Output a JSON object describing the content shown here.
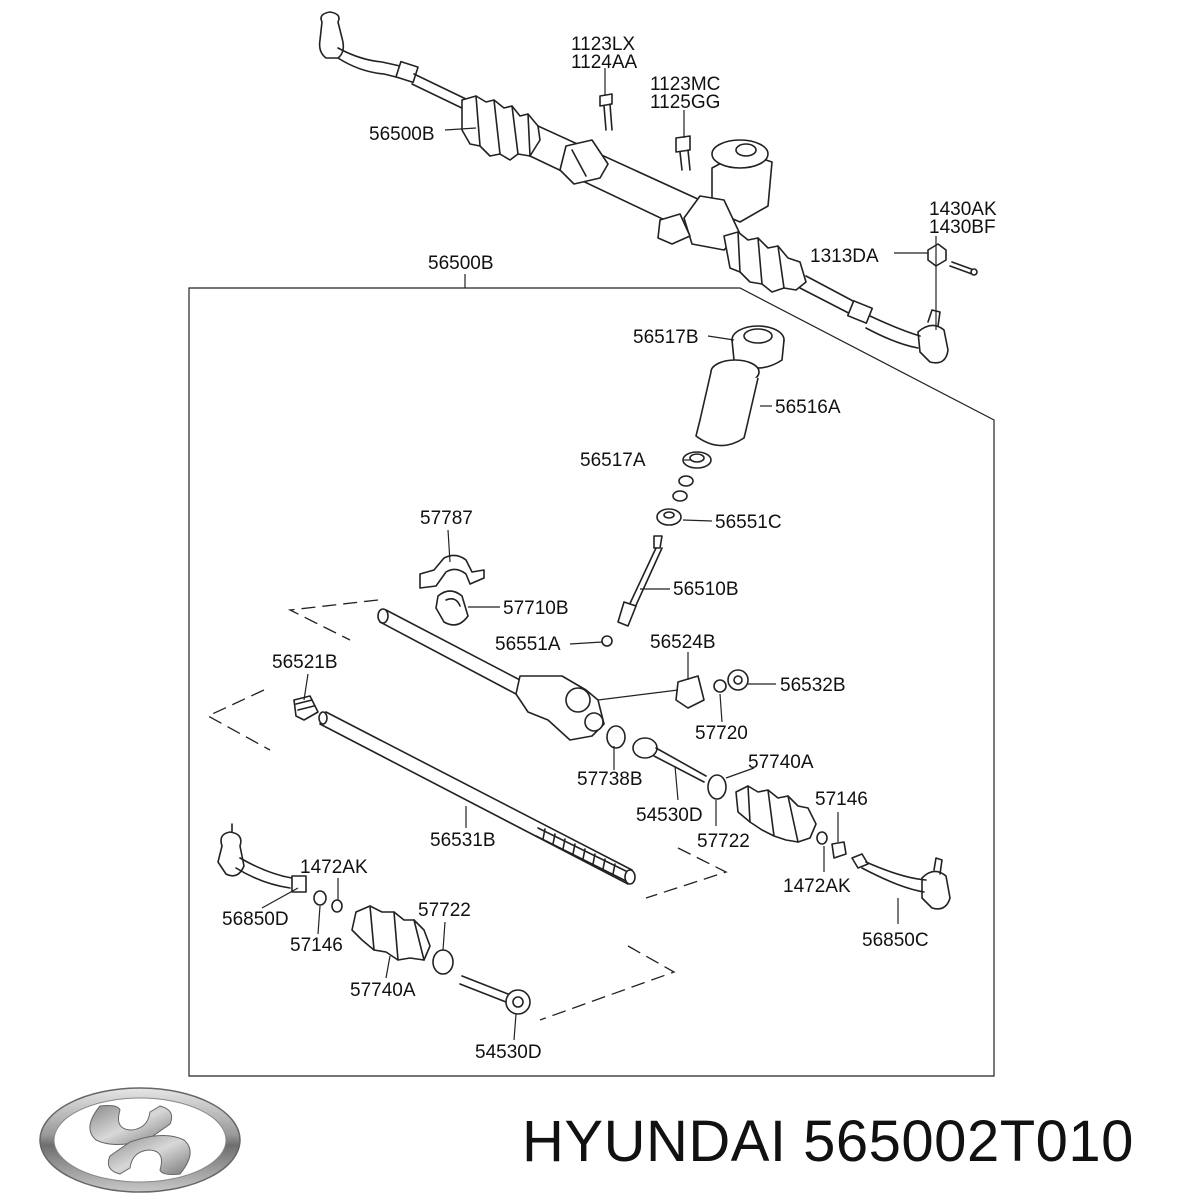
{
  "brand": {
    "logo_icon": "hyundai-logo-icon",
    "manufacturer": "HYUNDAI",
    "part_number": "565002T010"
  },
  "callouts": {
    "c1123lx": "1123LX",
    "c1124aa": "1124AA",
    "c1123mc": "1123MC",
    "c1125gg": "1125GG",
    "c56500b_top": "56500B",
    "c1430ak": "1430AK",
    "c1430bf": "1430BF",
    "c1313da": "1313DA",
    "c56500b_box": "56500B",
    "c56517b": "56517B",
    "c56516a": "56516A",
    "c56517a": "56517A",
    "c56551c": "56551C",
    "c57787": "57787",
    "c56510b": "56510B",
    "c57710b": "57710B",
    "c56551a": "56551A",
    "c56524b": "56524B",
    "c56521b": "56521B",
    "c56532b": "56532B",
    "c57720": "57720",
    "c57740a_r": "57740A",
    "c57738b": "57738B",
    "c54530d_r": "54530D",
    "c57146_r": "57146",
    "c57722_r": "57722",
    "c56531b": "56531B",
    "c1472ak_r": "1472AK",
    "c1472ak_l": "1472AK",
    "c56850d": "56850D",
    "c57722_l": "57722",
    "c57146_l": "57146",
    "c57740a_l": "57740A",
    "c56850c": "56850C",
    "c54530d_l": "54530D"
  }
}
